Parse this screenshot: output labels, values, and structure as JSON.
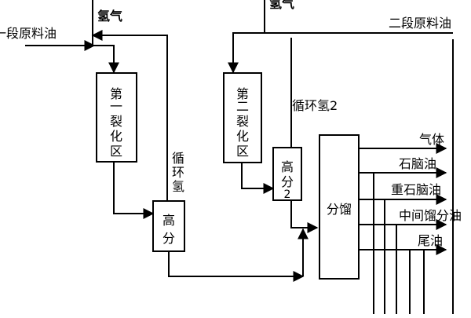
{
  "labels": {
    "feed1": "一段原料油",
    "hydrogen1": "氢气",
    "hydrogen2": "氢气",
    "feed2": "二段原料油",
    "recycle_h2_1": [
      "循",
      "环",
      "氢"
    ],
    "recycle_h2_2": "循环氢2"
  },
  "units": {
    "reactor1": [
      "第",
      "一",
      "裂",
      "化",
      "区"
    ],
    "reactor2": [
      "第",
      "二",
      "裂",
      "化",
      "区"
    ],
    "hp_sep1": [
      "高",
      "分"
    ],
    "hp_sep2": [
      "高",
      "分",
      "2"
    ],
    "fractionator": "分馏"
  },
  "products": [
    "气体",
    "石脑油",
    "重石脑油",
    "中间馏分油",
    "尾油"
  ],
  "colors": {
    "line": "#000000",
    "background": "#ffffff"
  }
}
